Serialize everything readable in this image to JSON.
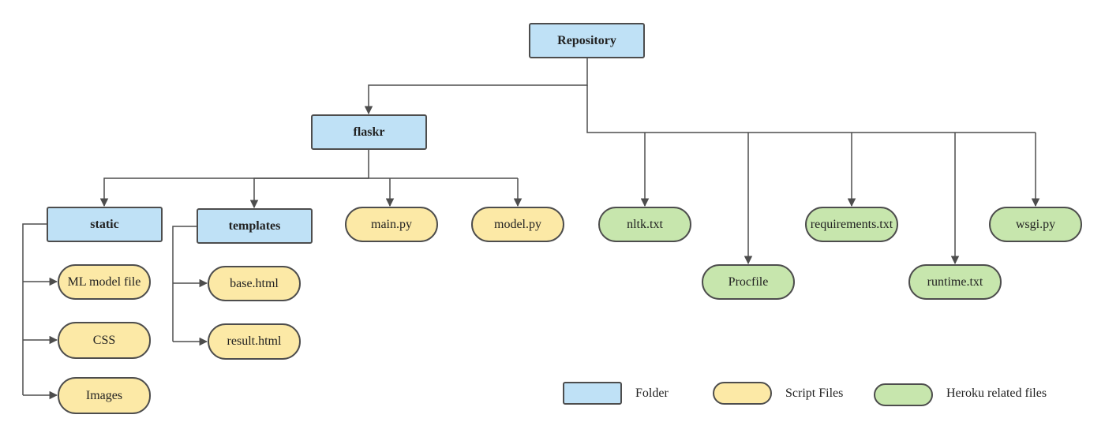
{
  "nodes": {
    "repository": "Repository",
    "flaskr": "flaskr",
    "static": "static",
    "templates": "templates",
    "main_py": "main.py",
    "model_py": "model.py",
    "nltk_txt": "nltk.txt",
    "procfile": "Procfile",
    "requirements_txt": "requirements.txt",
    "runtime_txt": "runtime.txt",
    "wsgi_py": "wsgi.py",
    "ml_model_file": "ML model file",
    "css": "CSS",
    "images": "Images",
    "base_html": "base.html",
    "result_html": "result.html"
  },
  "legend": {
    "folder": "Folder",
    "script": "Script Files",
    "heroku": "Heroku related files"
  },
  "colors": {
    "folder": "#bfe1f6",
    "script": "#fce9a6",
    "heroku": "#c7e6ad",
    "line": "#4d4d4d"
  }
}
